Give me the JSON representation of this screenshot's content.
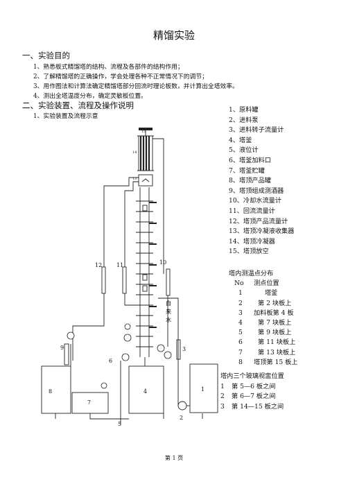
{
  "title": "精馏实验",
  "section1": {
    "heading": "一、实验目的",
    "items": [
      "1、熟悉板式精馏塔的结构、流程及各部件的结构作用；",
      "2、了解精馏塔的正确操作，学会处理各种不正常情况下的调节；",
      "3、用作图法和计算法确定精馏塔部分回流时理论板数，并计算出全塔效率。",
      "4、测出全塔温度分布，确定灵敏板位置。"
    ]
  },
  "section2": {
    "heading": "二、实验装置、流程及操作说明",
    "sub": "1、实验装置及流程示意"
  },
  "legend": [
    "1、原料罐",
    "2、进料泵",
    "3、进料转子流量计",
    "4、塔釜",
    "5、液位计",
    "6、塔釜加料口",
    "7、塔釜贮罐",
    "8、塔顶产品罐",
    "9、塔顶组成测酒器",
    "10、冷却水流量计",
    "11、回流流量计",
    "12、塔顶产品流量计",
    "13、塔顶冷凝液收集器",
    "14、塔顶冷凝器",
    "15、塔顶放空"
  ],
  "temp": {
    "heading": "塔内测温点分布",
    "col_no": "No",
    "col_pos": "测点位置",
    "rows": [
      {
        "no": "1",
        "pos": "塔釜"
      },
      {
        "no": "2",
        "pos": "第 2 块板上"
      },
      {
        "no": "3",
        "pos": "加料板第 4 板"
      },
      {
        "no": "4",
        "pos": "第 7 块板上"
      },
      {
        "no": "5",
        "pos": "第 9 块板上"
      },
      {
        "no": "6",
        "pos": "第 11 块板上"
      },
      {
        "no": "7",
        "pos": "第 13 块板上"
      },
      {
        "no": "8",
        "pos": "塔顶第 15 板上"
      }
    ]
  },
  "glass": {
    "heading": "塔内三个玻璃视盅位置",
    "rows": [
      {
        "no": "1",
        "pos": "第 5—6 板之间"
      },
      {
        "no": "2",
        "pos": "第 6—7 板之间"
      },
      {
        "no": "3",
        "pos": "第 14—15 板之间"
      }
    ]
  },
  "diagram": {
    "labels": {
      "n1": "1",
      "n2": "2",
      "n3": "3",
      "n4": "4",
      "n5": "5",
      "n6": "6",
      "n7": "7",
      "n8": "8",
      "n9": "9",
      "n10": "10",
      "n11": "11",
      "n12": "12",
      "n13": "13",
      "n14": "14",
      "n15": "15"
    },
    "water": [
      "自",
      "来",
      "水"
    ]
  },
  "footer": "第 1 页"
}
